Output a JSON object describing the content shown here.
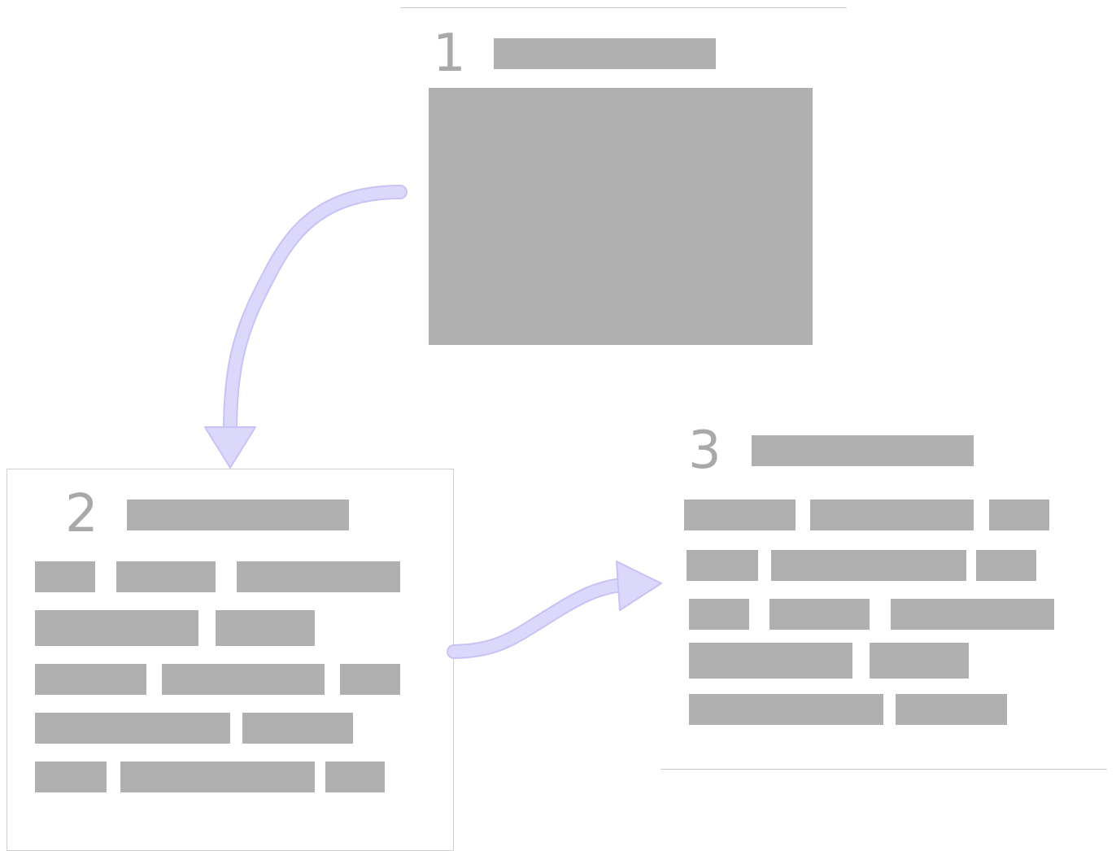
{
  "colors": {
    "placeholder": "#b0b0b0",
    "step_number": "#a9a9a9",
    "arrow_fill": "#dcd8fb",
    "arrow_stroke": "#c9c2f5",
    "rule": "#cccccc",
    "panel_border": "#cfcfcf"
  },
  "steps": [
    {
      "number": "1"
    },
    {
      "number": "2"
    },
    {
      "number": "3"
    }
  ]
}
